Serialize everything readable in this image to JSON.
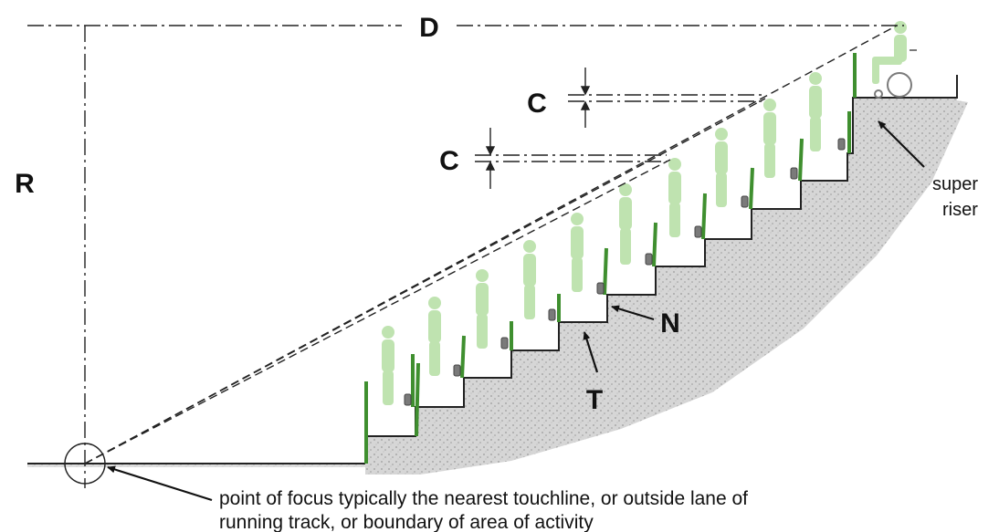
{
  "labels": {
    "D": "D",
    "R": "R",
    "C1": "C",
    "C2": "C",
    "N": "N",
    "T": "T",
    "super_riser_line1": "super",
    "super_riser_line2": "riser",
    "focus_line1": "point of focus typically the nearest touchline, or outside lane of",
    "focus_line2": "running track, or boundary of area of activity"
  },
  "colors": {
    "figure": "#bfe3b0",
    "rail": "#3f8f2f",
    "ground": "#b9b9b9",
    "line": "#222222"
  }
}
